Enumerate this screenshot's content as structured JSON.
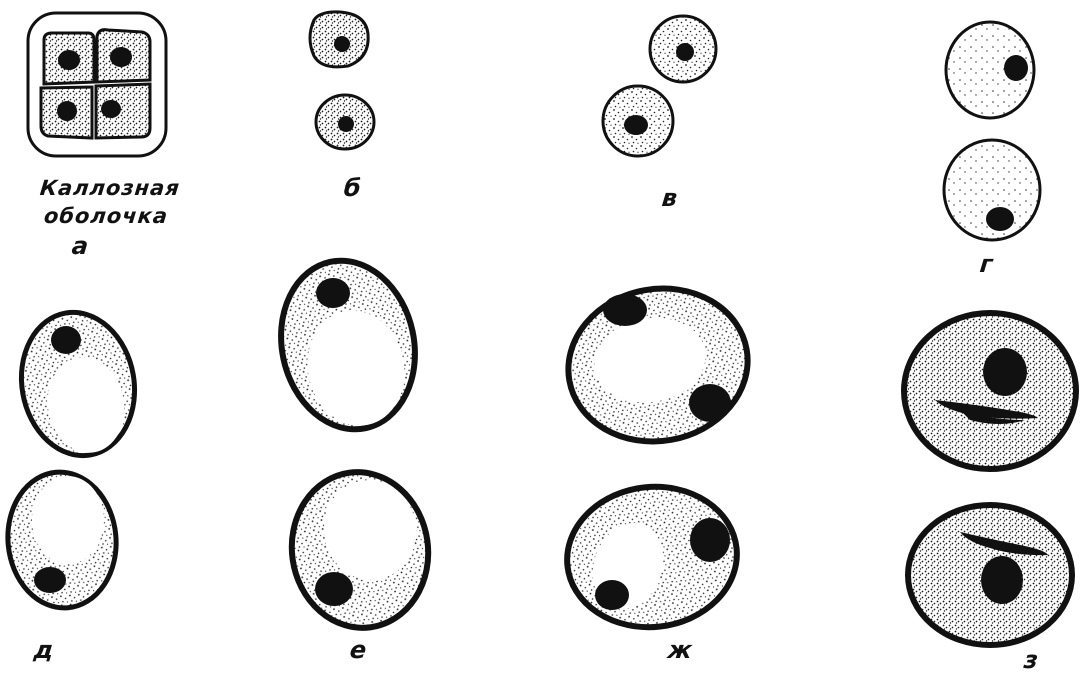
{
  "labels": {
    "a_caption_line1": "Каллозная",
    "a_caption_line2": "оболочка",
    "a": "а",
    "b": "б",
    "v": "в",
    "g": "г",
    "d": "д",
    "e": "е",
    "zh": "ж",
    "z": "з"
  },
  "colors": {
    "ink": "#111111",
    "paper": "#ffffff"
  }
}
